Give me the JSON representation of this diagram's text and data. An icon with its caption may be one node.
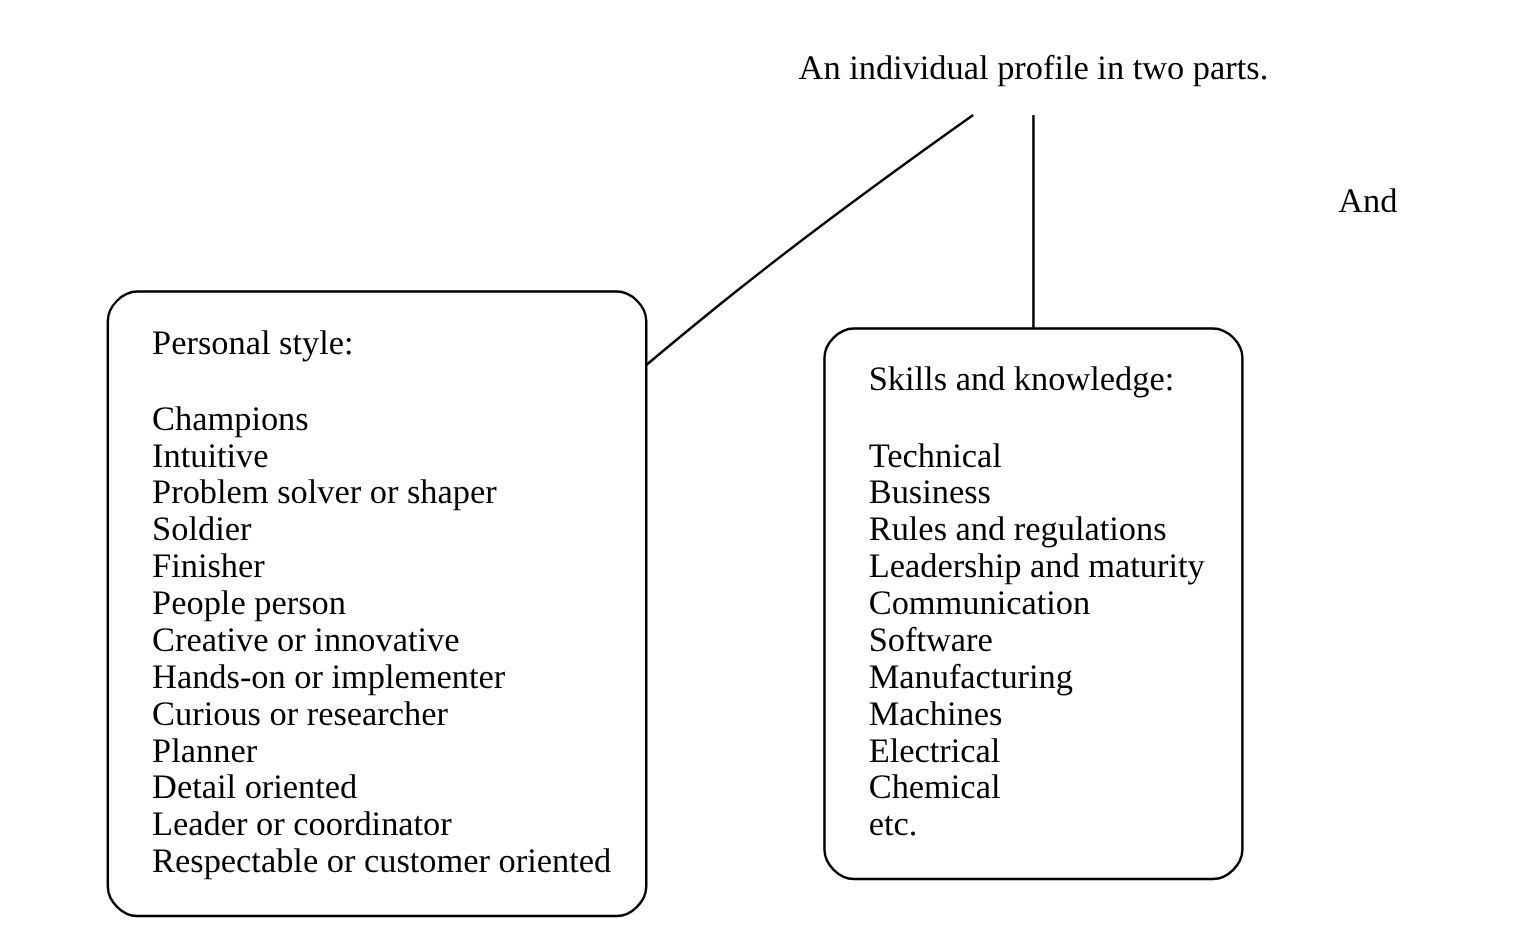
{
  "diagram": {
    "nodes": [
      {
        "text": [
          "An individual profile in two parts."
        ]
      },
      {
        "text": [
          "Personal style:",
          "Champions",
          "Intuitive",
          "Problem solver or shaper",
          "Soldier",
          "Finisher",
          "People person",
          "Creative or innovative",
          "Hands-on or implementer",
          "Curious or researcher",
          "Planner",
          "Detail oriented",
          "Leader or coordinator",
          "Respectable or customer oriented"
        ]
      },
      {
        "text": [
          "Skills and knowledge:",
          "Technical",
          "Business",
          "Rules and regulations",
          "Leadership and maturity",
          "Communication",
          "Software",
          "Manufacturing",
          "Machines",
          "Electrical",
          "Chemical",
          "etc."
        ]
      }
    ],
    "edges": [
      {
        "from": 0,
        "to": 1,
        "arrow": "none"
      },
      {
        "from": 0,
        "to": 2,
        "arrow": "none"
      }
    ],
    "labels": [
      "And"
    ]
  }
}
